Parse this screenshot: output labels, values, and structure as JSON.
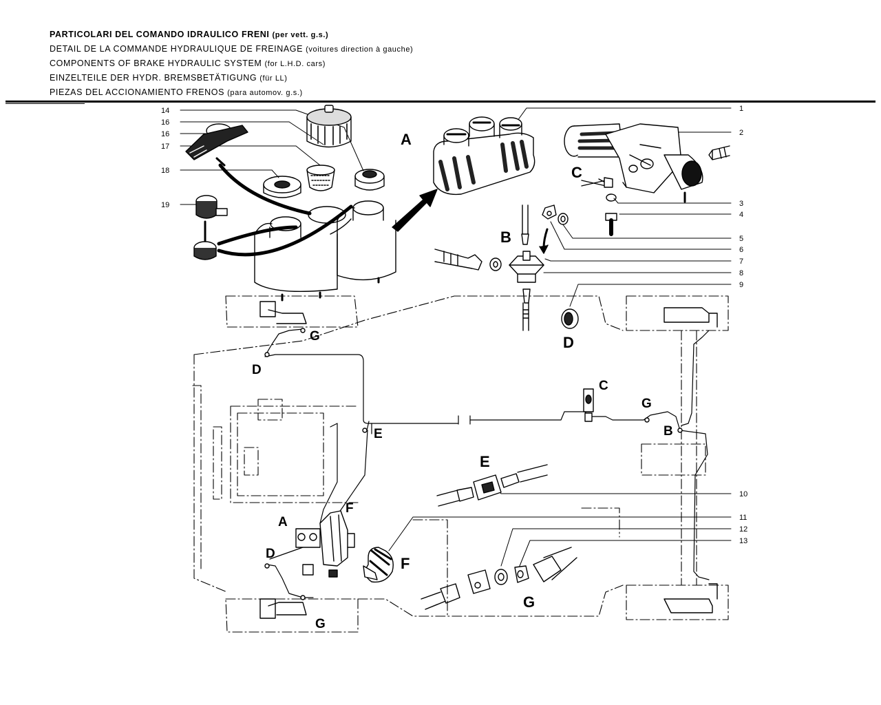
{
  "header": {
    "lines": [
      {
        "text": "PARTICOLARI DEL COMANDO IDRAULICO FRENI",
        "note": "(per vett. g.s.)"
      },
      {
        "text": "DETAIL DE LA COMMANDE HYDRAULIQUE DE FREINAGE",
        "note": "(voitures direction à gauche)"
      },
      {
        "text": "COMPONENTS OF BRAKE HYDRAULIC SYSTEM",
        "note": "(for L.H.D. cars)"
      },
      {
        "text": "EINZELTEILE DER HYDR. BREMSBETÄTIGUNG",
        "note": "(für LL)"
      },
      {
        "text": "PIEZAS DEL ACCIONAMIENTO FRENOS",
        "note": "(para automov. g.s.)"
      }
    ]
  },
  "part_numbers": {
    "n1": "1",
    "n2": "2",
    "n3": "3",
    "n4": "4",
    "n5": "5",
    "n6": "6",
    "n7": "7",
    "n8": "8",
    "n9": "9",
    "n10": "10",
    "n11": "11",
    "n12": "12",
    "n13": "13",
    "n14": "14",
    "n15": "16",
    "n16": "16",
    "n17": "17",
    "n18": "18",
    "n19": "19"
  },
  "detail_letters": {
    "A": "A",
    "B": "B",
    "C": "C",
    "D": "D",
    "E": "E",
    "F": "F",
    "G": "G"
  }
}
